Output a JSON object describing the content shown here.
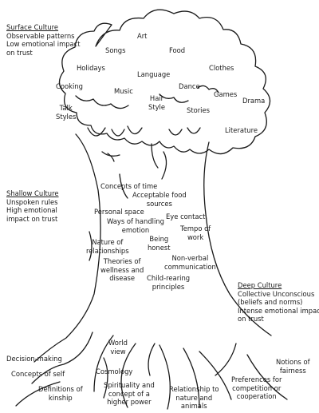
{
  "sections": {
    "surface": {
      "heading": "Surface Culture",
      "lines": [
        "Observable patterns",
        "Low emotional impact",
        "on trust"
      ]
    },
    "shallow": {
      "heading": "Shallow Culture",
      "lines": [
        "Unspoken rules",
        "High emotional",
        "impact on trust"
      ]
    },
    "deep": {
      "heading": "Deep Culture",
      "lines": [
        "Collective Unconscious",
        "(beliefs and norms)",
        "Intense emotional impact",
        "on trust"
      ]
    }
  },
  "crown_items": {
    "art": "Art",
    "songs": "Songs",
    "food": "Food",
    "holidays": "Holidays",
    "clothes": "Clothes",
    "language": "Language",
    "cooking": "Cooking",
    "music": "Music",
    "dance": "Dance",
    "games": "Games",
    "drama": "Drama",
    "hair_style": "Hair\nStyle",
    "stories": "Stories",
    "talk_styles": "Talk\nStyles",
    "literature": "Literature"
  },
  "trunk_items": {
    "concepts_of_time": "Concepts of time",
    "acceptable_food_sources": "Acceptable food\nsources",
    "personal_space": "Personal space",
    "eye_contact": "Eye contact",
    "ways_of_handling_emotion": "Ways of handling\nemotion",
    "tempo_of_work": "Tempo of\nwork",
    "nature_of_relationships": "Nature of\nrelationships",
    "being_honest": "Being\nhonest",
    "non_verbal_communication": "Non-verbal\ncommunication",
    "theories_of_wellness": "Theories of\nwellness and\ndisease",
    "child_rearing_principles": "Child-rearing\nprinciples"
  },
  "root_items": {
    "world_view": "World\nview",
    "decision_making": "Decision-making",
    "concepts_of_self": "Concepts of self",
    "cosmology": "Cosmology",
    "definitions_of_kinship": "Definitions of\nkinship",
    "spirituality": "Spirituality and\nconcept of a\nhigher power",
    "relationship_to_nature": "Relationship to\nnature and\nanimals",
    "preferences_for_competition": "Preferences for\ncompetition or\ncooperation",
    "notions_of_fairness": "Notions of\nfairness"
  },
  "colors": {
    "ink": "#1a1a1a",
    "background": "#ffffff"
  }
}
